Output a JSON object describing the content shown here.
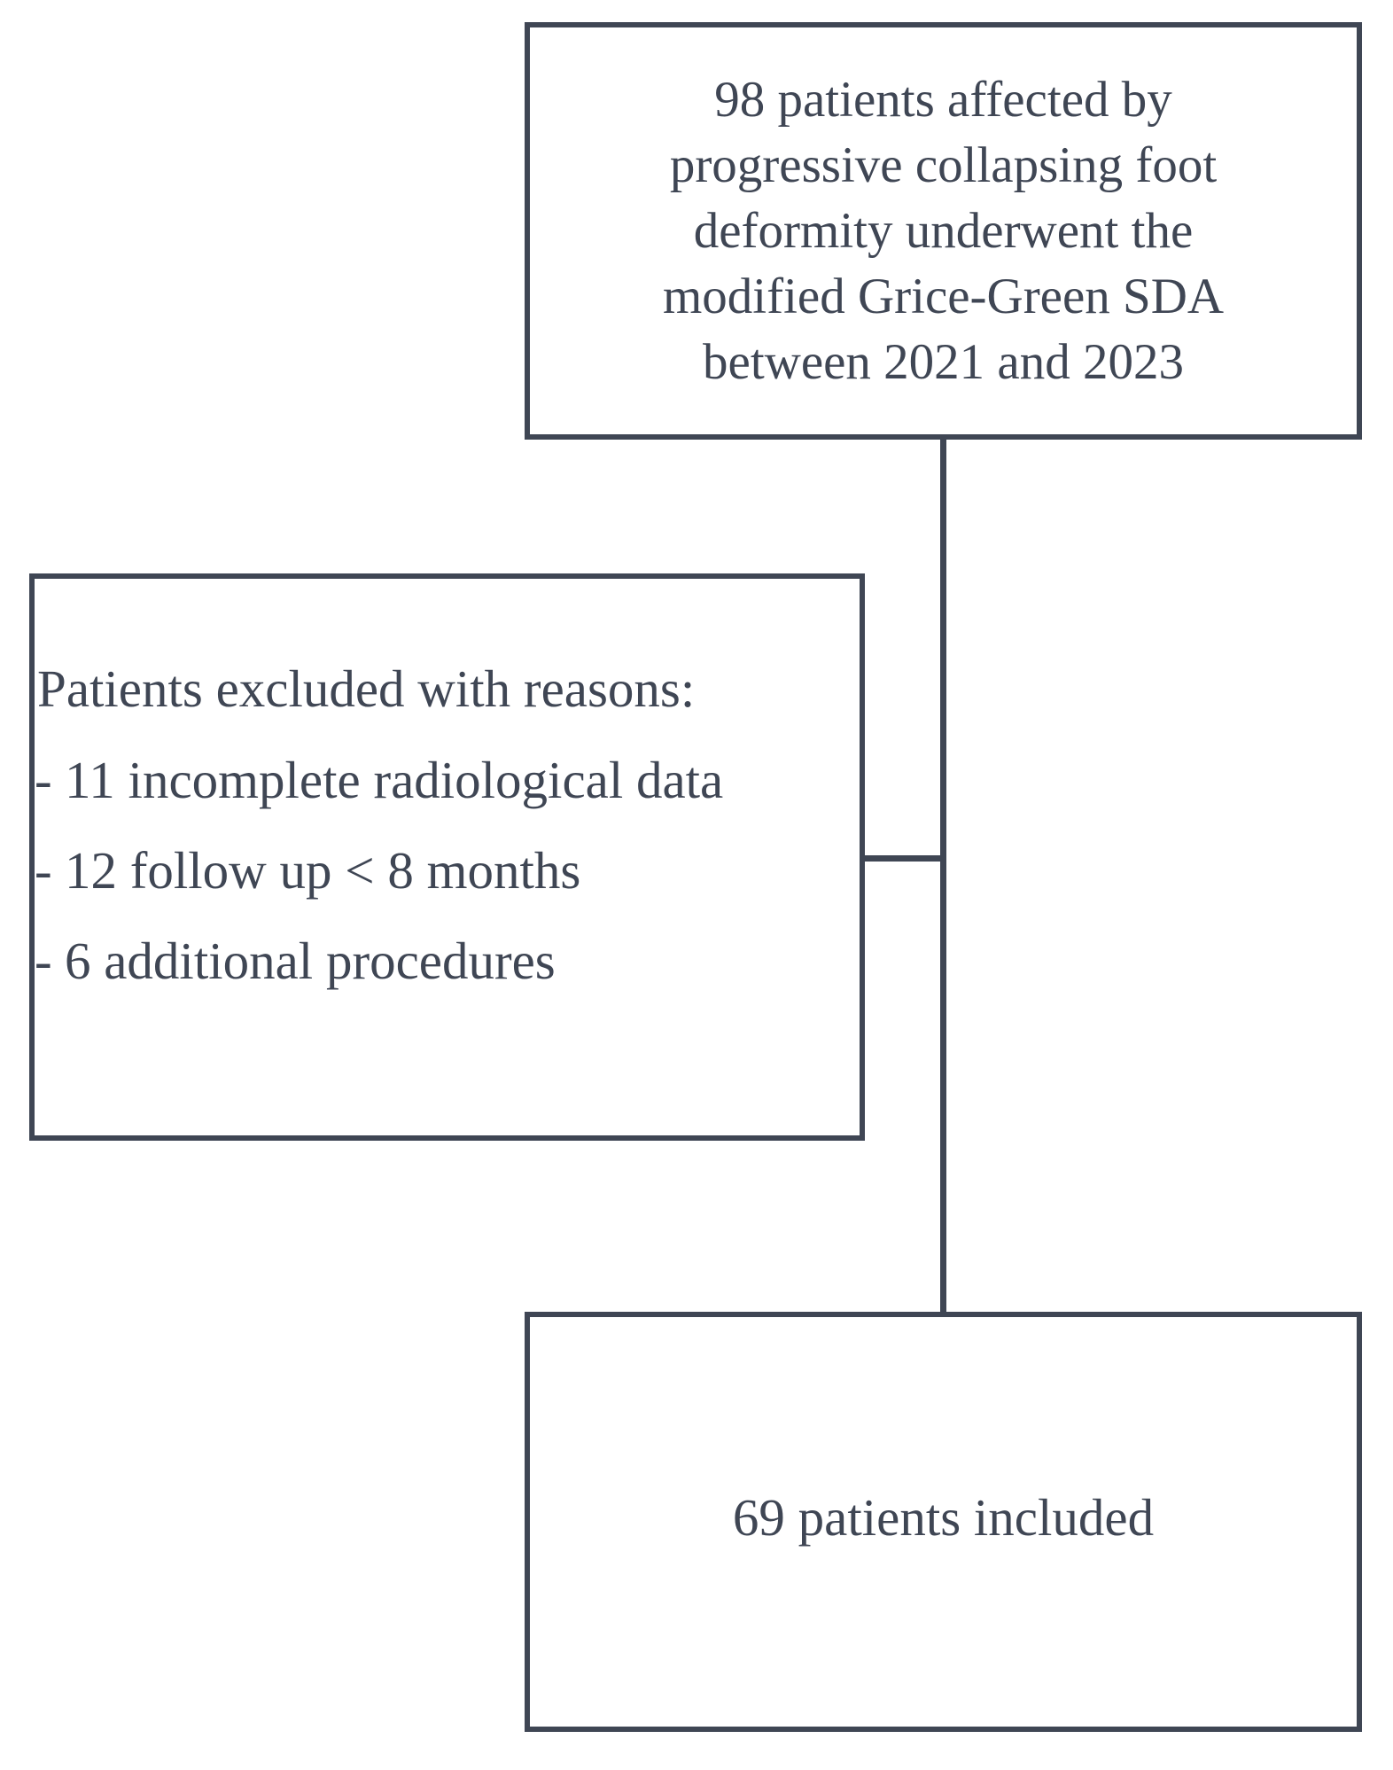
{
  "flowchart": {
    "top_box": {
      "lines": [
        "98 patients affected by",
        "progressive collapsing foot",
        "deformity underwent  the",
        "modified Grice-Green SDA",
        "between 2021 and 2023"
      ]
    },
    "excluded_box": {
      "heading": "Patients excluded  with reasons:",
      "items": [
        {
          "dash": "-",
          "text": "11 incomplete radiological data"
        },
        {
          "dash": "-",
          "text": "12 follow up < 8 months"
        },
        {
          "dash": "-",
          "text": "6 additional procedures"
        }
      ]
    },
    "bottom_box": {
      "text": "69 patients included"
    }
  }
}
